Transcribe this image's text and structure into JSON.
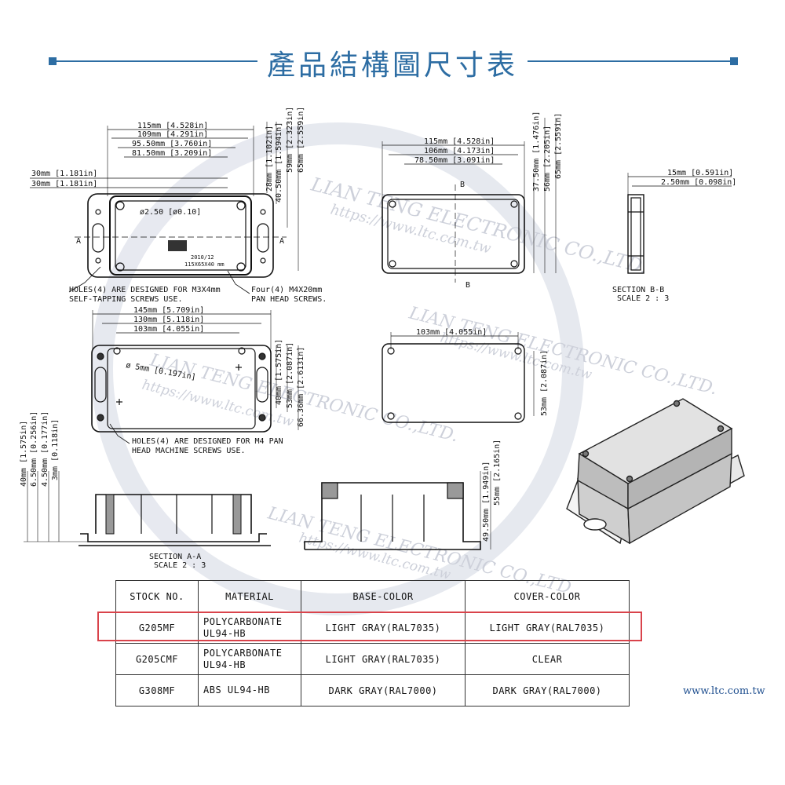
{
  "header": {
    "title": "產品結構圖尺寸表"
  },
  "watermark": {
    "company": "LIAN TENG ELECTRONIC CO.,LTD.",
    "url": "https://www.ltc.com.tw"
  },
  "top_view": {
    "dims": [
      "115mm [4.528in]",
      "109mm [4.291in]",
      "95.50mm [3.760in]",
      "81.50mm [3.209in]"
    ],
    "left_dims": [
      "30mm [1.181in]",
      "30mm [1.181in]"
    ],
    "vertical_dims": [
      "28mm [1.102in]",
      "40.50mm [1.594in]",
      "59mm [2.323in]",
      "65mm [2.559in]"
    ],
    "hole_label": "ø2.50 [ø0.10]",
    "stamp_line1": "2010/12",
    "stamp_line2": "115X65X40 mm",
    "section_mark": "A",
    "note_left_1": "HOLES(4) ARE DESIGNED FOR M3X4mm",
    "note_left_2": "SELF-TAPPING SCREWS USE.",
    "note_right_1": "Four(4) M4X20mm",
    "note_right_2": "PAN HEAD SCREWS."
  },
  "cover_view": {
    "dims": [
      "115mm [4.528in]",
      "106mm [4.173in]",
      "78.50mm [3.091in]"
    ],
    "vertical_dims": [
      "37.50mm [1.476in]",
      "56mm [2.205in]",
      "65mm [2.559in]"
    ],
    "section_mark": "B"
  },
  "section_bb": {
    "dims": [
      "15mm [0.591in]",
      "2.50mm [0.098in]"
    ],
    "label_1": "SECTION B-B",
    "label_2": "SCALE 2 : 3"
  },
  "bottom_view": {
    "dims": [
      "145mm [5.709in]",
      "130mm [5.118in]",
      "103mm [4.055in]"
    ],
    "vertical_dims": [
      "40mm [1.575in]",
      "53mm [2.087in]",
      "66.36mm [2.613in]"
    ],
    "hole_label": "ø 5mm [0.197in]",
    "note_1": "HOLES(4) ARE DESIGNED FOR M4 PAN",
    "note_2": "HEAD MACHINE SCREWS USE."
  },
  "mount_view": {
    "dims": [
      "103mm [4.055in]"
    ],
    "vertical_dims": [
      "53mm [2.087in]"
    ]
  },
  "section_aa": {
    "vertical_dims": [
      "40mm [1.575in]",
      "6.50mm [0.256in]",
      "4.50mm [0.177in]",
      "3mm [0.118in]"
    ],
    "label_1": "SECTION A-A",
    "label_2": "SCALE 2 : 3"
  },
  "side_section": {
    "vertical_dims": [
      "49.50mm [1.949in]",
      "55mm [2.165in]"
    ]
  },
  "table": {
    "headers": [
      "STOCK NO.",
      "MATERIAL",
      "BASE-COLOR",
      "COVER-COLOR"
    ],
    "rows": [
      {
        "stock": "G205MF",
        "material_1": "POLYCARBONATE",
        "material_2": "UL94-HB",
        "base": "LIGHT GRAY(RAL7035)",
        "cover": "LIGHT GRAY(RAL7035)"
      },
      {
        "stock": "G205CMF",
        "material_1": "POLYCARBONATE",
        "material_2": "UL94-HB",
        "base": "LIGHT GRAY(RAL7035)",
        "cover": "CLEAR"
      },
      {
        "stock": "G308MF",
        "material_1": "ABS UL94-HB",
        "material_2": "",
        "base": "DARK GRAY(RAL7000)",
        "cover": "DARK GRAY(RAL7000)"
      }
    ]
  },
  "footer": {
    "site_url": "www.ltc.com.tw"
  },
  "colors": {
    "accent": "#2d6da3",
    "highlight": "#d9434b",
    "line": "#111111"
  }
}
